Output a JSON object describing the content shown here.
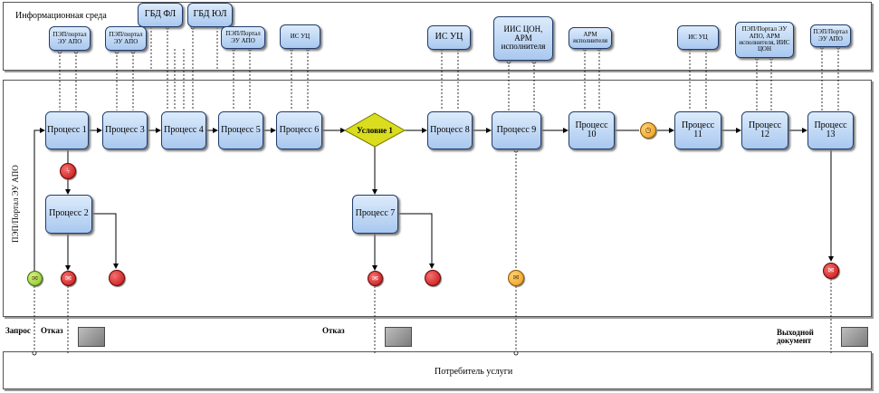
{
  "lanes": {
    "info_env": "Информационная среда",
    "pep_portal": "ПЭП/Портал ЭУ АПО",
    "consumer": "Потребитель услуги"
  },
  "systems": {
    "gbd_fl": "ГБД ФЛ",
    "gbd_ul": "ГБД ЮЛ",
    "s1": "ПЭП/портал ЭУ АПО",
    "s3": "ПЭП/портал ЭУ АПО",
    "s5": "ПЭП/Портал ЭУ АПО",
    "s6": "ИС УЦ",
    "s8": "ИС УЦ",
    "s9": "ИИС ЦОН, АРМ исполнителя",
    "s10": "АРМ исполнителя",
    "s11": "ИС УЦ",
    "s12": "ПЭП/Портал ЭУ АПО, АРМ исполнителя, ИИС ЦОН",
    "s13": "ПЭП/Портал ЭУ АПО"
  },
  "processes": {
    "p1": "Процесс 1",
    "p2": "Процесс 2",
    "p3": "Процесс 3",
    "p4": "Процесс 4",
    "p5": "Процесс 5",
    "p6": "Процесс 6",
    "p7": "Процесс 7",
    "p8": "Процесс 8",
    "p9": "Процесс 9",
    "p10": "Процесс 10",
    "p11": "Процесс 11",
    "p12": "Процесс 12",
    "p13": "Процесс 13"
  },
  "condition": "Условие 1",
  "labels": {
    "request": "Запрос",
    "refusal1": "Отказ",
    "refusal2": "Отказ",
    "output_doc": "Выходной документ"
  },
  "colors": {
    "process_fill": "#a9c8ef",
    "condition_fill": "#d9dd1e",
    "error_event": "#c40f0f",
    "start_event": "#7fbf1c",
    "message_event": "#e99a13"
  }
}
